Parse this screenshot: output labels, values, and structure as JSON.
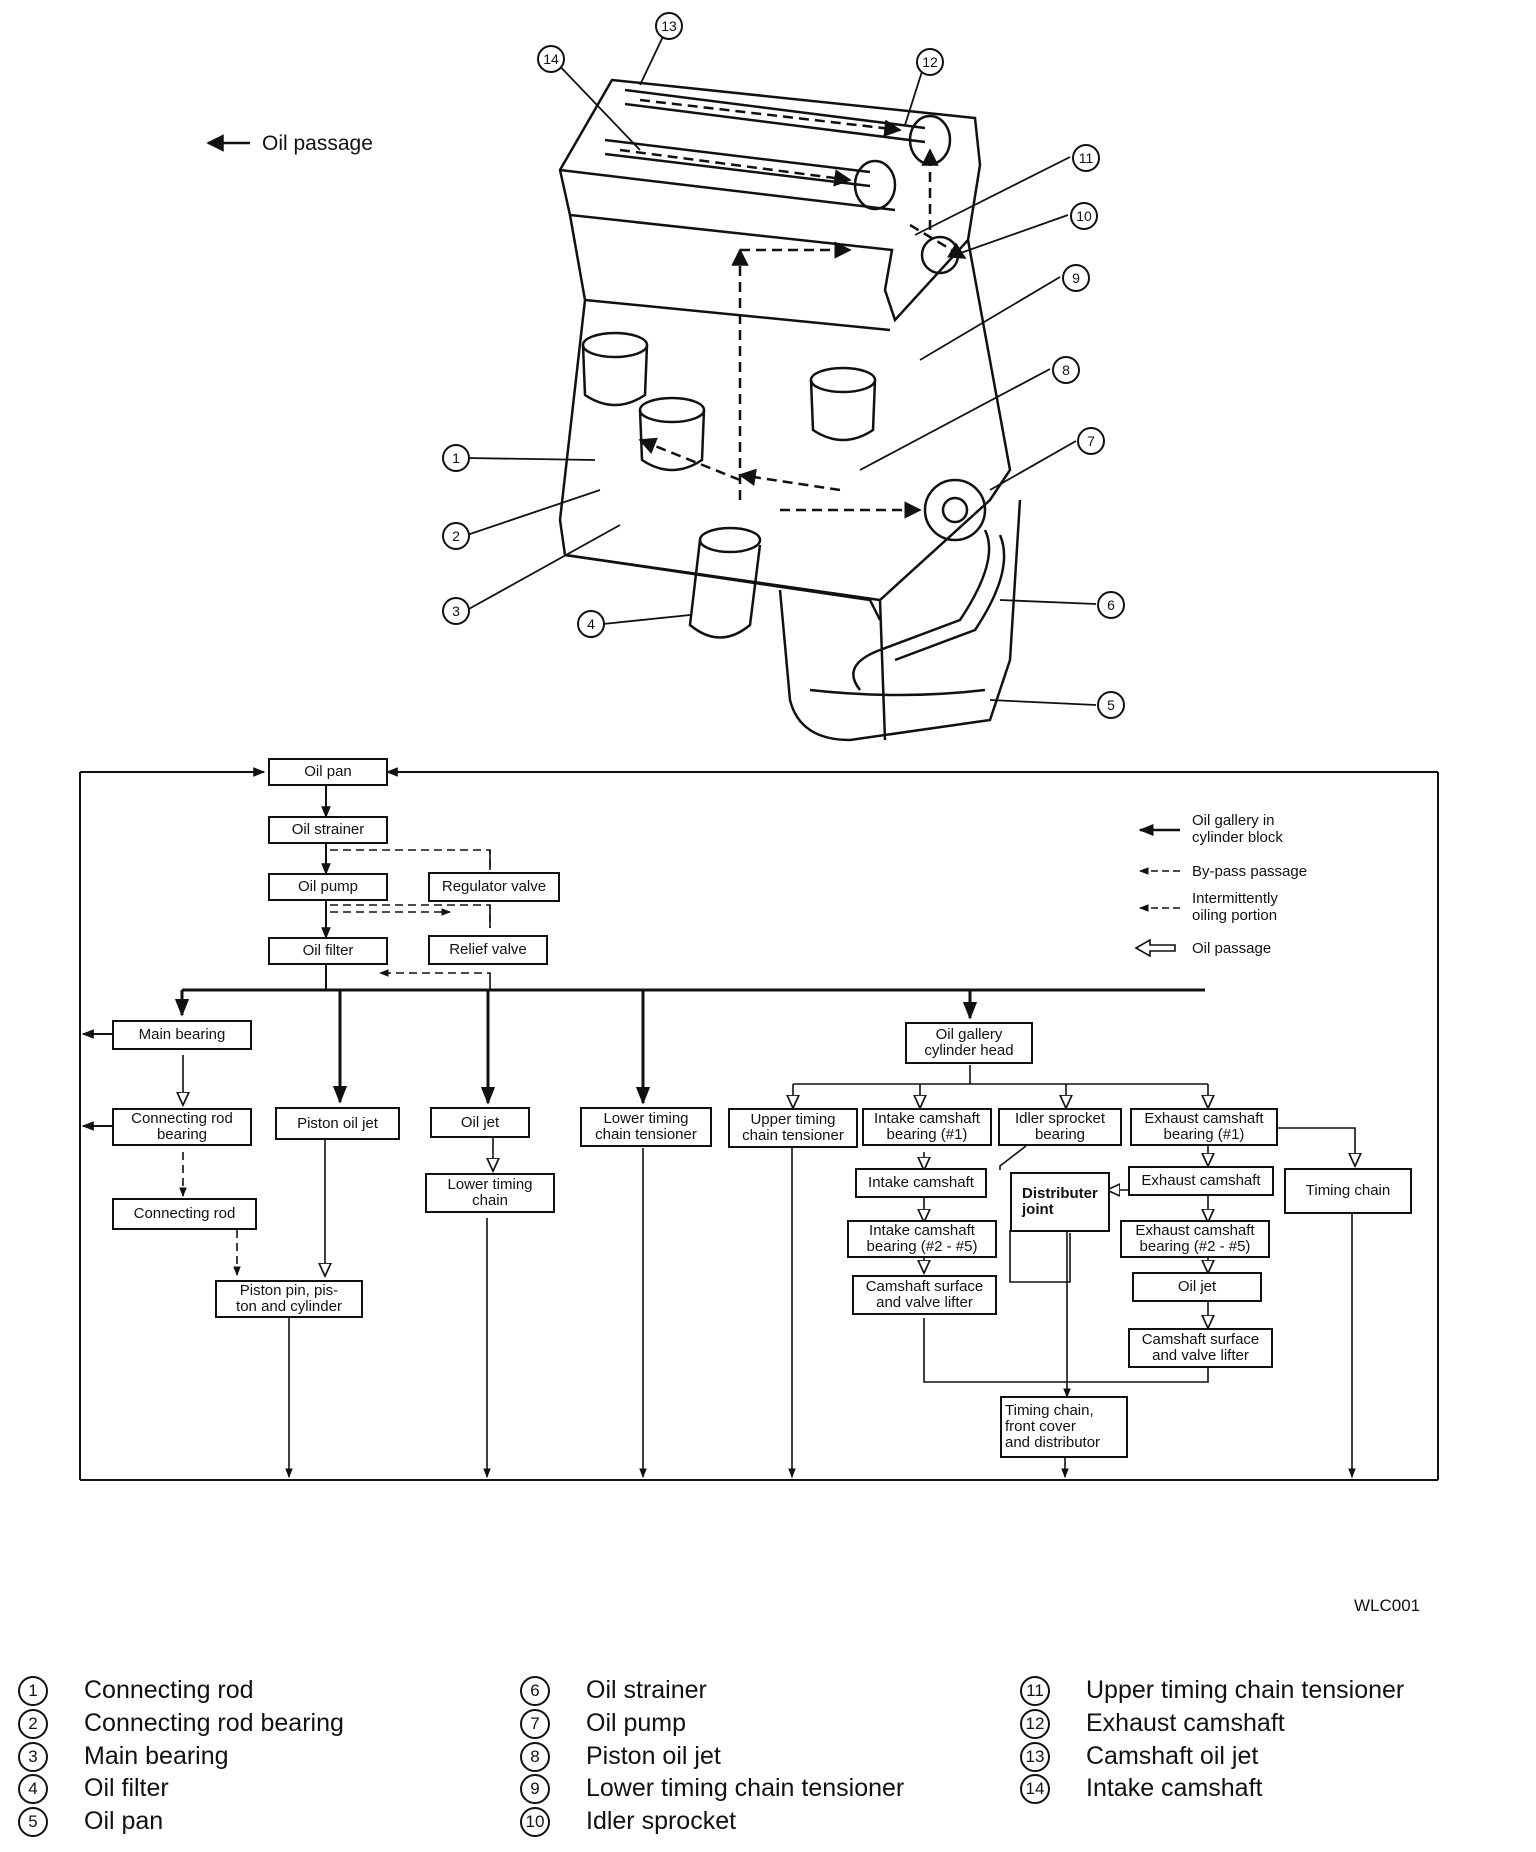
{
  "legend_top": {
    "oil_passage": "Oil passage"
  },
  "engine_callouts": [
    "1",
    "2",
    "3",
    "4",
    "5",
    "6",
    "7",
    "8",
    "9",
    "10",
    "11",
    "12",
    "13",
    "14"
  ],
  "flow": {
    "oil_pan": "Oil pan",
    "oil_strainer": "Oil strainer",
    "oil_pump": "Oil pump",
    "regulator_valve": "Regulator valve",
    "oil_filter": "Oil filter",
    "relief_valve": "Relief valve",
    "main_bearing": "Main bearing",
    "connecting_rod_bearing": "Connecting rod\nbearing",
    "connecting_rod": "Connecting rod",
    "piston_pin": "Piston pin, pis-\nton and cylinder",
    "piston_oil_jet": "Piston oil jet",
    "oil_jet": "Oil jet",
    "lower_timing_chain": "Lower timing\nchain",
    "lower_timing_chain_tensioner": "Lower timing\nchain tensioner",
    "oil_gallery_head": "Oil gallery\ncylinder head",
    "upper_timing_chain_tensioner": "Upper timing\nchain tensioner",
    "intake_cam_bearing_1": "Intake camshaft\nbearing (#1)",
    "idler_sprocket_bearing": "Idler sprocket\nbearing",
    "exhaust_cam_bearing_1": "Exhaust camshaft\nbearing (#1)",
    "intake_camshaft": "Intake camshaft",
    "distributer_joint": "Distributer\njoint",
    "exhaust_camshaft": "Exhaust camshaft",
    "timing_chain": "Timing chain",
    "intake_cam_bearing_2_5": "Intake camshaft\nbearing (#2 - #5)",
    "exhaust_cam_bearing_2_5": "Exhaust camshaft\nbearing (#2 - #5)",
    "cam_surface_intake": "Camshaft surface\nand valve lifter",
    "oil_jet_exhaust": "Oil jet",
    "cam_surface_exhaust": "Camshaft surface\nand valve lifter",
    "timing_chain_front_cover": "Timing chain,\nfront cover\nand distributor"
  },
  "flow_legend": {
    "gallery": "Oil gallery in\ncylinder block",
    "bypass": "By-pass passage",
    "intermittent": "Intermittently\noiling portion",
    "passage": "Oil passage"
  },
  "figure_code": "WLC001",
  "parts": [
    {
      "num": "1",
      "label": "Connecting rod"
    },
    {
      "num": "2",
      "label": "Connecting rod bearing"
    },
    {
      "num": "3",
      "label": "Main bearing"
    },
    {
      "num": "4",
      "label": "Oil filter"
    },
    {
      "num": "5",
      "label": "Oil pan"
    },
    {
      "num": "6",
      "label": "Oil strainer"
    },
    {
      "num": "7",
      "label": "Oil pump"
    },
    {
      "num": "8",
      "label": "Piston oil jet"
    },
    {
      "num": "9",
      "label": "Lower timing chain tensioner"
    },
    {
      "num": "10",
      "label": "Idler sprocket"
    },
    {
      "num": "11",
      "label": "Upper timing chain tensioner"
    },
    {
      "num": "12",
      "label": "Exhaust camshaft"
    },
    {
      "num": "13",
      "label": "Camshaft oil jet"
    },
    {
      "num": "14",
      "label": "Intake camshaft"
    }
  ]
}
